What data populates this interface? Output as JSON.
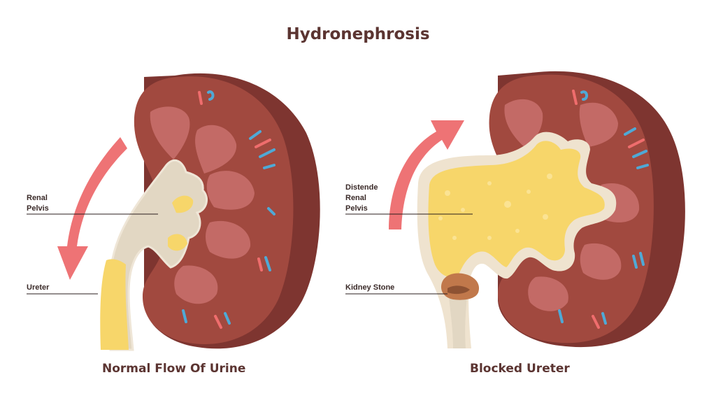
{
  "title": "Hydronephrosis",
  "panels": {
    "normal": {
      "caption": "Normal Flow Of Urine",
      "labels": {
        "renal_pelvis": "Renal\nPelvis",
        "ureter": "Ureter"
      }
    },
    "blocked": {
      "caption": "Blocked Ureter",
      "labels": {
        "distended_pelvis": "Distende\nRenal\nPelvis",
        "kidney_stone": "Kidney Stone"
      }
    }
  },
  "colors": {
    "kidney_outer": "#7e3530",
    "kidney_body": "#a1493f",
    "pyramid": "#c36a66",
    "pelvis_normal": "#e2d7c3",
    "urine": "#f7d66a",
    "arrow": "#ee7375",
    "stone": "#c1784b",
    "vessel_red": "#ef6d6d",
    "vessel_blue": "#4fa9d6"
  }
}
